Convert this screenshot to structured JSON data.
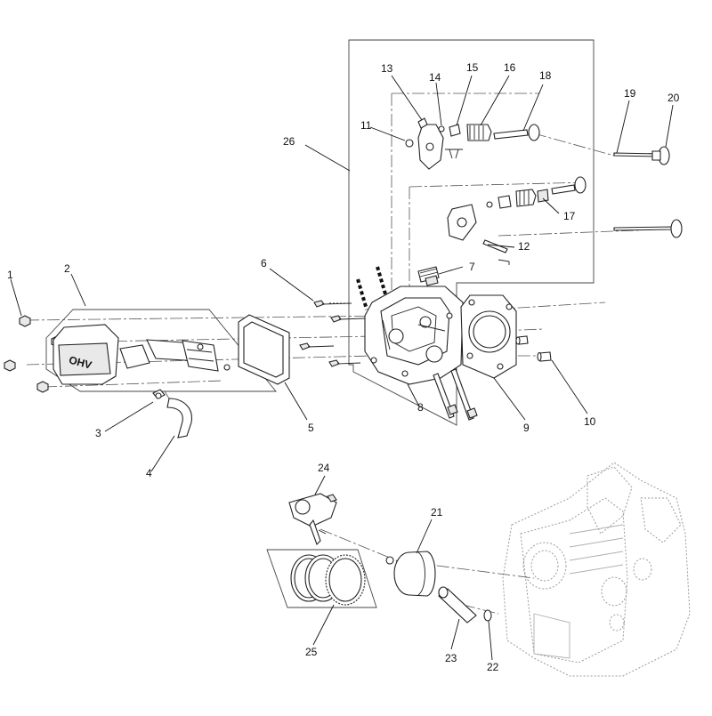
{
  "diagram": {
    "callouts": [
      "1",
      "2",
      "3",
      "4",
      "5",
      "6",
      "7",
      "8",
      "9",
      "10",
      "11",
      "12",
      "13",
      "14",
      "15",
      "16",
      "17",
      "18",
      "19",
      "20",
      "21",
      "22",
      "23",
      "24",
      "25",
      "26"
    ],
    "embossed_cover_text": "OHV"
  }
}
